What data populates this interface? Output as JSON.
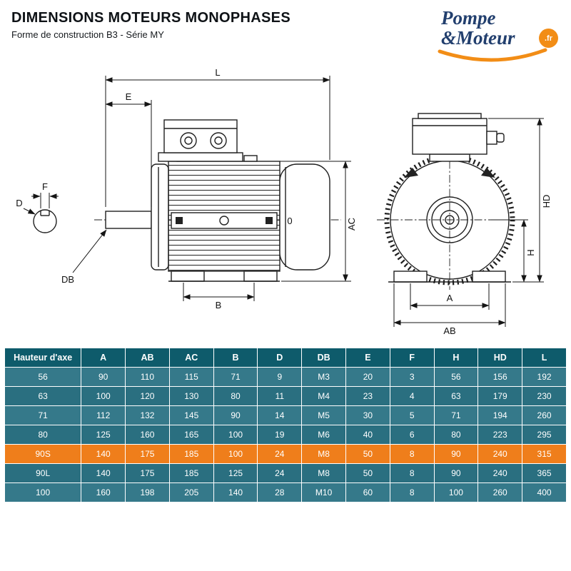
{
  "header": {
    "title": "DIMENSIONS MOTEURS MONOPHASES",
    "subtitle": "Forme de construction B3 - Série MY"
  },
  "logo": {
    "line1": "Pompe",
    "line2": "&Moteur",
    "tld": ".fr"
  },
  "diagram": {
    "labels": {
      "L": "L",
      "E": "E",
      "F": "F",
      "D": "D",
      "DB": "DB",
      "B": "B",
      "O": "0",
      "AC": "AC",
      "HD": "HD",
      "H": "H",
      "A": "A",
      "AB": "AB"
    }
  },
  "table": {
    "columns": [
      "Hauteur d'axe",
      "A",
      "AB",
      "AC",
      "B",
      "D",
      "DB",
      "E",
      "F",
      "H",
      "HD",
      "L"
    ],
    "rows": [
      {
        "highlight": false,
        "values": [
          "56",
          "90",
          "110",
          "115",
          "71",
          "9",
          "M3",
          "20",
          "3",
          "56",
          "156",
          "192"
        ]
      },
      {
        "highlight": false,
        "values": [
          "63",
          "100",
          "120",
          "130",
          "80",
          "11",
          "M4",
          "23",
          "4",
          "63",
          "179",
          "230"
        ]
      },
      {
        "highlight": false,
        "values": [
          "71",
          "112",
          "132",
          "145",
          "90",
          "14",
          "M5",
          "30",
          "5",
          "71",
          "194",
          "260"
        ]
      },
      {
        "highlight": false,
        "values": [
          "80",
          "125",
          "160",
          "165",
          "100",
          "19",
          "M6",
          "40",
          "6",
          "80",
          "223",
          "295"
        ]
      },
      {
        "highlight": true,
        "values": [
          "90S",
          "140",
          "175",
          "185",
          "100",
          "24",
          "M8",
          "50",
          "8",
          "90",
          "240",
          "315"
        ]
      },
      {
        "highlight": false,
        "values": [
          "90L",
          "140",
          "175",
          "185",
          "125",
          "24",
          "M8",
          "50",
          "8",
          "90",
          "240",
          "365"
        ]
      },
      {
        "highlight": false,
        "values": [
          "100",
          "160",
          "198",
          "205",
          "140",
          "28",
          "M10",
          "60",
          "8",
          "100",
          "260",
          "400"
        ]
      }
    ]
  },
  "colors": {
    "navy": "#223f6e",
    "orange": "#f28d16",
    "table_header": "#0e5b6b",
    "row_light": "#35798a",
    "row_dark": "#2a6f80",
    "row_highlight": "#ef7e1b",
    "table_text": "#ffffff",
    "ink": "#1f1f1f"
  }
}
